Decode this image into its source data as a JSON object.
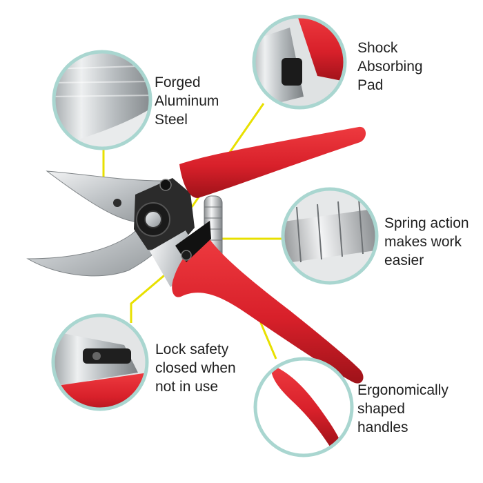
{
  "colors": {
    "handle_red": "#d8202a",
    "handle_dark": "#a3141c",
    "leader_yellow": "#e8e000",
    "circle_ring": "#a9d6d0",
    "blade_steel": "#c9cdd0",
    "label_text": "#1f1f1f"
  },
  "callouts": {
    "forged": {
      "line1": "Forged",
      "line2": "Aluminum",
      "line3": "Steel"
    },
    "shock": {
      "line1": "Shock",
      "line2": "Absorbing",
      "line3": "Pad"
    },
    "spring": {
      "line1": "Spring action",
      "line2": "makes work",
      "line3": "easier"
    },
    "lock": {
      "line1": "Lock safety",
      "line2": "closed when",
      "line3": "not in use"
    },
    "ergo": {
      "line1": "Ergonomically",
      "line2": "shaped",
      "line3": "handles"
    }
  },
  "icons": [
    "pruning-shears-illustration",
    "blade-detail-magnifier",
    "shock-pad-detail-magnifier",
    "spring-detail-magnifier",
    "lock-detail-magnifier",
    "handle-detail-magnifier"
  ]
}
